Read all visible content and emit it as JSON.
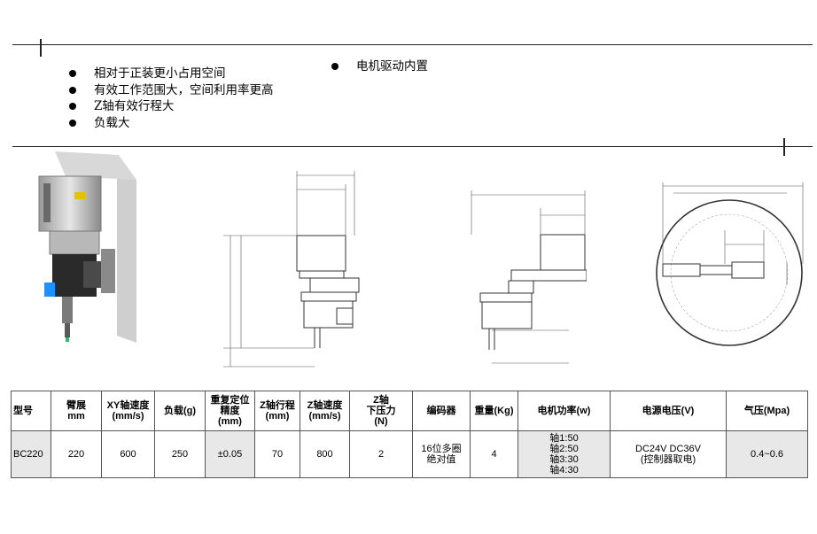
{
  "features_left": [
    "相对于正装更小占用空间",
    "有效工作范围大，空间利用率更高",
    "Z轴有效行程大",
    "负载大"
  ],
  "features_right": [
    "电机驱动内置"
  ],
  "spec_table": {
    "headers": [
      [
        "型号"
      ],
      [
        "臂展",
        "mm"
      ],
      [
        "XY轴速度",
        "(mm/s)"
      ],
      [
        "负载(g)"
      ],
      [
        "重复定位",
        "精度",
        "(mm)"
      ],
      [
        "Z轴行程",
        "(mm)"
      ],
      [
        "Z轴速度",
        "(mm/s)"
      ],
      [
        "Z轴",
        "下压力",
        "(N)"
      ],
      [
        "编码器"
      ],
      [
        "重量(Kg)"
      ],
      [
        "电机功率(w)"
      ],
      [
        "电源电压(V)"
      ],
      [
        "气压(Mpa)"
      ]
    ],
    "row": [
      [
        "BC220"
      ],
      [
        "220"
      ],
      [
        "600"
      ],
      [
        "250"
      ],
      [
        "±0.05"
      ],
      [
        "70"
      ],
      [
        "800"
      ],
      [
        "2"
      ],
      [
        "16位多圈",
        "绝对值"
      ],
      [
        "4"
      ],
      [
        "轴1:50",
        "轴2:50",
        "轴3:30",
        "轴4:30"
      ],
      [
        "DC24V DC36V",
        "(控制器取电)"
      ],
      [
        "0.4~0.6"
      ]
    ]
  }
}
